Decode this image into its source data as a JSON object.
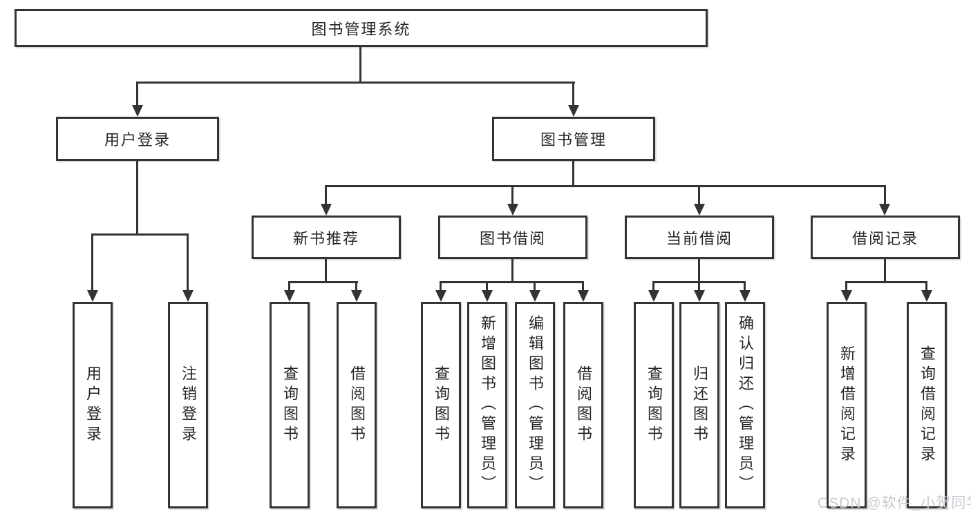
{
  "colors": {
    "line": "#333333",
    "text": "#262626",
    "watermark": "#c7ccd1",
    "background": "#ffffff"
  },
  "root": {
    "label": "图书管理系统"
  },
  "level2": [
    {
      "label": "用户登录"
    },
    {
      "label": "图书管理"
    }
  ],
  "level3": [
    {
      "label": "新书推荐"
    },
    {
      "label": "图书借阅"
    },
    {
      "label": "当前借阅"
    },
    {
      "label": "借阅记录"
    }
  ],
  "leaves": {
    "user_login": [
      "用户登录",
      "注销登录"
    ],
    "new_book_recommend": [
      "查询图书",
      "借阅图书"
    ],
    "book_borrowing": [
      "查询图书",
      "新增图书（管理员）",
      "编辑图书（管理员）",
      "借阅图书"
    ],
    "current_borrowing": [
      "查询图书",
      "归还图书",
      "确认归还（管理员）"
    ],
    "borrowing_records": [
      "新增借阅记录",
      "查询借阅记录"
    ]
  },
  "watermark": {
    "text": "CSDN @软件_小贺同学"
  }
}
